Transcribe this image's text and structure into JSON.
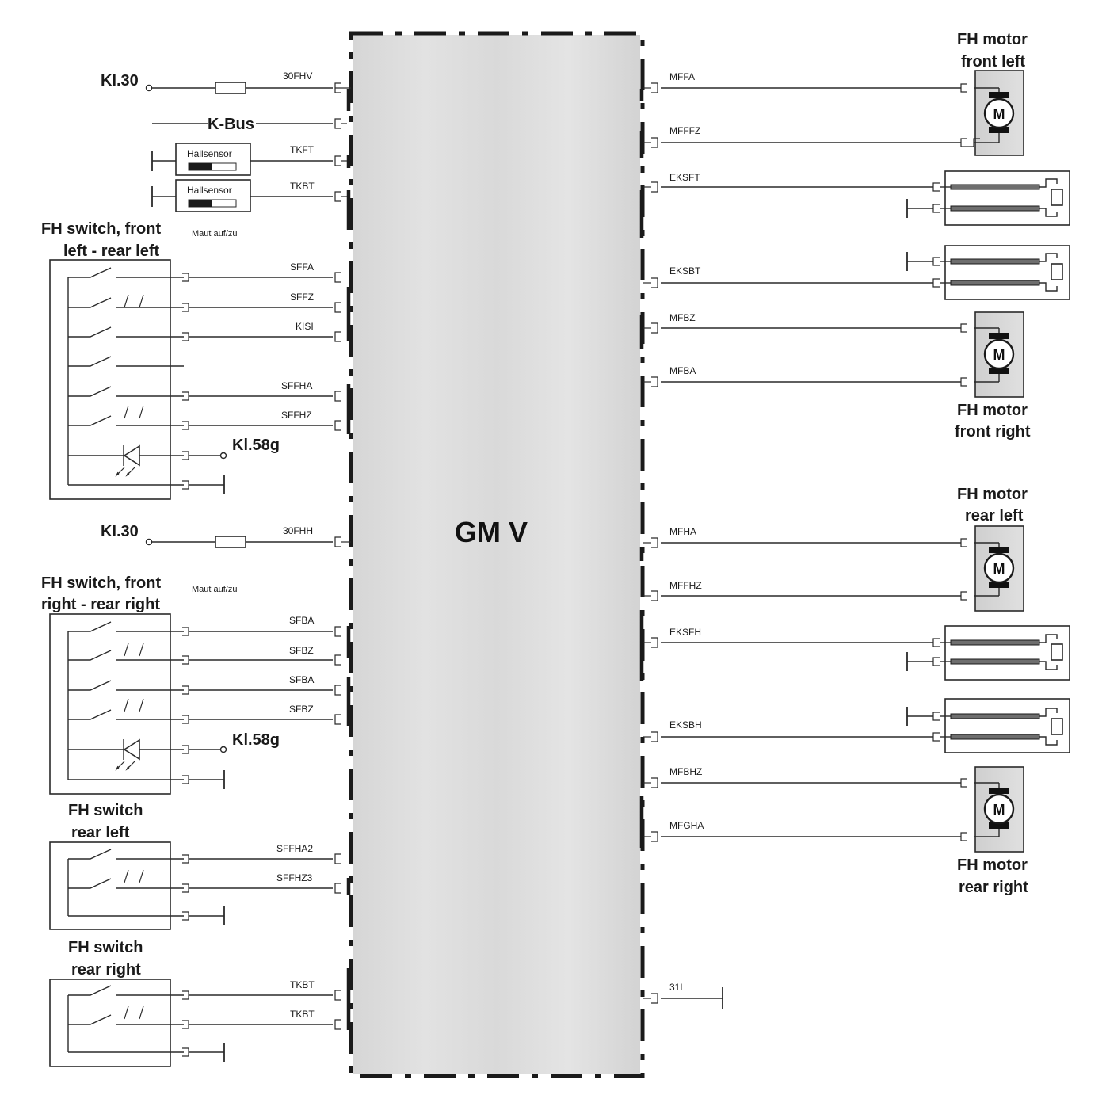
{
  "module": {
    "title": "GM V"
  },
  "left": {
    "kl30_top": "Kl.30",
    "kl30_top_signal": "30FHV",
    "kbus": "K-Bus",
    "hall1_label": "Hallsensor",
    "hall1_signal": "TKFT",
    "hall2_label": "Hallsensor",
    "hall2_signal": "TKBT",
    "switch1": {
      "title_line1": "FH switch, front",
      "title_line2": "left - rear left",
      "note": "Maut auf/zu",
      "signals": [
        "SFFA",
        "SFFZ",
        "KISI",
        "SFFHA",
        "SFFHZ"
      ],
      "lamp": "Kl.58g"
    },
    "kl30_mid": "Kl.30",
    "kl30_mid_signal": "30FHH",
    "switch2": {
      "title_line1": "FH switch, front",
      "title_line2": "right - rear right",
      "note": "Maut auf/zu",
      "signals": [
        "SFBA",
        "SFBZ",
        "SFBA",
        "SFBZ"
      ],
      "lamp": "Kl.58g"
    },
    "switch3": {
      "title_line1": "FH switch",
      "title_line2": "rear left",
      "signals": [
        "SFFHA2",
        "SFFHZ3"
      ]
    },
    "switch4": {
      "title_line1": "FH switch",
      "title_line2": "rear right",
      "signals": [
        "TKBT",
        "TKBT"
      ]
    }
  },
  "right": {
    "motor_fl": {
      "line1": "FH motor",
      "line2": "front left",
      "letter": "M",
      "signals": [
        "MFFA",
        "MFFFZ"
      ]
    },
    "edge_fl": {
      "signal": "EKSFT"
    },
    "edge_fr": {
      "signal": "EKSBT"
    },
    "motor_fr": {
      "line1": "FH motor",
      "line2": "front right",
      "letter": "M",
      "signals": [
        "MFBZ",
        "MFBA"
      ]
    },
    "motor_rl": {
      "line1": "FH motor",
      "line2": "rear left",
      "letter": "M",
      "signals": [
        "MFHA",
        "MFFHZ"
      ]
    },
    "edge_rl": {
      "signal": "EKSFH"
    },
    "edge_rr": {
      "signal": "EKSBH"
    },
    "motor_rr": {
      "line1": "FH motor",
      "line2": "rear right",
      "letter": "M",
      "signals": [
        "MFBHZ",
        "MFGHA"
      ]
    },
    "ground_signal": "31L"
  }
}
